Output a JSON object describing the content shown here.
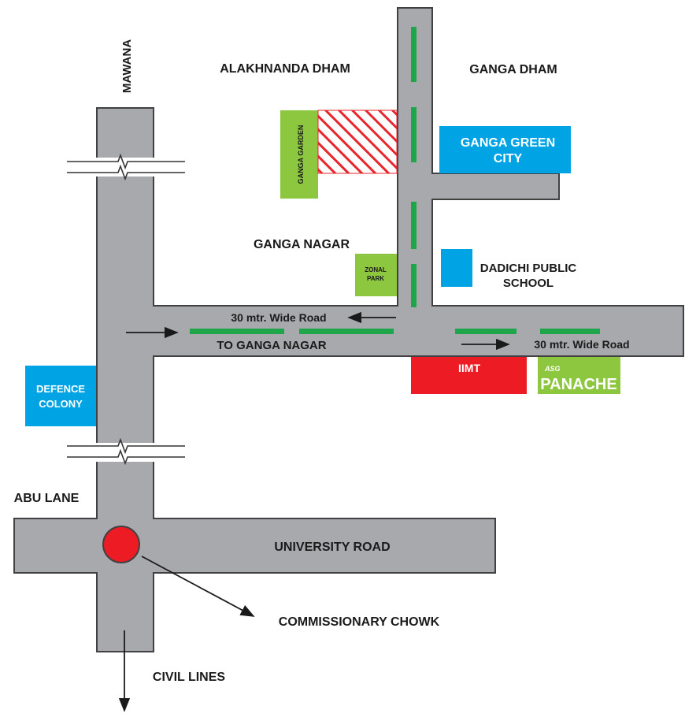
{
  "labels": {
    "mawana": "MAWANA",
    "alakhnanda_dham": "ALAKHNANDA DHAM",
    "ganga_dham": "GANGA DHAM",
    "ganga_garden": "GANGA GARDEN",
    "ganga_green_city_line1": "GANGA GREEN",
    "ganga_green_city_line2": "CITY",
    "ganga_nagar": "GANGA NAGAR",
    "zonal_park_line1": "ZONAL",
    "zonal_park_line2": "PARK",
    "dadichi_line1": "DADICHI PUBLIC",
    "dadichi_line2": "SCHOOL",
    "road_left": "30 mtr. Wide Road",
    "road_right": "30 mtr. Wide Road",
    "to_ganga_nagar": "TO GANGA NAGAR",
    "iimt": "IIMT",
    "panache_brand": "ASG",
    "panache": "PANACHE",
    "defence_line1": "DEFENCE",
    "defence_line2": "COLONY",
    "abu_lane": "ABU LANE",
    "university_road": "UNIVERSITY ROAD",
    "commissionary_chowk": "COMMISSIONARY CHOWK",
    "civil_lines": "CIVIL LINES"
  },
  "colors": {
    "road": "#a7a9ac",
    "road_border": "#414042",
    "lane_marker": "#1fa64a",
    "green_block": "#8dc63f",
    "blue_block": "#00a4e4",
    "red_block": "#ed1c24",
    "hatch": "#e8262d"
  }
}
